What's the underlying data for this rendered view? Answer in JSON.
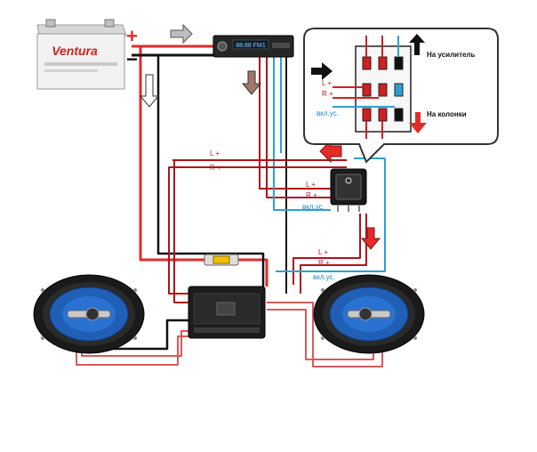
{
  "battery": {
    "brand": "Ventura",
    "plus_sign": "+",
    "minus_sign": "−"
  },
  "head_unit": {
    "display": "88:88 FM1"
  },
  "switch_zoom": {
    "to_amplifier_label": "На усилитель",
    "to_speakers_label": "На колонки",
    "left_plus_label": "L +",
    "right_plus_label": "R +",
    "remote_on_label": "вкл.ус."
  },
  "switch_labels": {
    "left_plus": "L +",
    "right_plus": "R +",
    "remote_on": "вкл.ус."
  },
  "amp_in_labels": {
    "left_plus": "L +",
    "right_plus": "R +"
  },
  "amp_out_labels": {
    "left_plus": "L +",
    "right_plus": "R +",
    "remote_on": "вкл.ус."
  },
  "colors": {
    "red": "#e22b2b",
    "dark_red": "#b0121b",
    "blue": "#2f9fd3",
    "black": "#111111",
    "pink": "#d85a5a",
    "wire_blue_speaker": "#2563c9"
  }
}
